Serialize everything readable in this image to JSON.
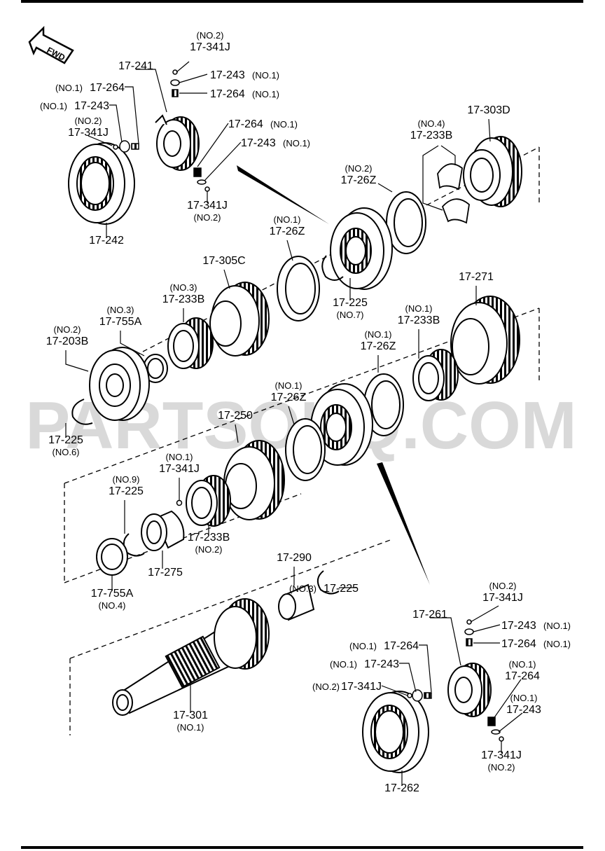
{
  "watermark": "PARTSOUQ.COM",
  "fwd_label": "FWD",
  "labels": [
    {
      "pn": "17-341J",
      "sub": "(NO.2)",
      "style": "top"
    },
    {
      "pn": "17-243",
      "sub": "(NO.1)",
      "style": "right"
    },
    {
      "pn": "17-264",
      "sub": "(NO.1)",
      "style": "right"
    },
    {
      "pn": "17-241",
      "sub": "",
      "style": "none"
    },
    {
      "pn": "17-264",
      "sub": "(NO.1)",
      "style": "left"
    },
    {
      "pn": "17-243",
      "sub": "(NO.1)",
      "style": "left"
    },
    {
      "pn": "17-341J",
      "sub": "(NO.2)",
      "style": "top"
    },
    {
      "pn": "17-264",
      "sub": "(NO.1)",
      "style": "right"
    },
    {
      "pn": "17-243",
      "sub": "(NO.1)",
      "style": "right"
    },
    {
      "pn": "17-341J",
      "sub": "(NO.2)",
      "style": "bottom"
    },
    {
      "pn": "17-242",
      "sub": "",
      "style": "none"
    },
    {
      "pn": "17-303D",
      "sub": "",
      "style": "none"
    },
    {
      "pn": "17-233B",
      "sub": "(NO.4)",
      "style": "top"
    },
    {
      "pn": "17-26Z",
      "sub": "(NO.2)",
      "style": "top"
    },
    {
      "pn": "17-26Z",
      "sub": "(NO.1)",
      "style": "top"
    },
    {
      "pn": "17-305C",
      "sub": "",
      "style": "none"
    },
    {
      "pn": "17-233B",
      "sub": "(NO.3)",
      "style": "top"
    },
    {
      "pn": "17-225",
      "sub": "(NO.7)",
      "style": "bottom"
    },
    {
      "pn": "17-755A",
      "sub": "(NO.3)",
      "style": "top"
    },
    {
      "pn": "17-203B",
      "sub": "(NO.2)",
      "style": "top"
    },
    {
      "pn": "17-271",
      "sub": "",
      "style": "none"
    },
    {
      "pn": "17-233B",
      "sub": "(NO.1)",
      "style": "top"
    },
    {
      "pn": "17-26Z",
      "sub": "(NO.1)",
      "style": "top"
    },
    {
      "pn": "17-225",
      "sub": "(NO.6)",
      "style": "bottom"
    },
    {
      "pn": "17-26Z",
      "sub": "(NO.1)",
      "style": "top"
    },
    {
      "pn": "17-250",
      "sub": "",
      "style": "none"
    },
    {
      "pn": "17-341J",
      "sub": "(NO.1)",
      "style": "top"
    },
    {
      "pn": "17-225",
      "sub": "(NO.9)",
      "style": "top"
    },
    {
      "pn": "17-233B",
      "sub": "(NO.2)",
      "style": "bottom"
    },
    {
      "pn": "17-275",
      "sub": "",
      "style": "none"
    },
    {
      "pn": "17-755A",
      "sub": "(NO.4)",
      "style": "bottom"
    },
    {
      "pn": "17-290",
      "sub": "",
      "style": "none"
    },
    {
      "pn": "17-225",
      "sub": "(NO.3)",
      "style": "left"
    },
    {
      "pn": "17-341J",
      "sub": "(NO.2)",
      "style": "top"
    },
    {
      "pn": "17-261",
      "sub": "",
      "style": "none"
    },
    {
      "pn": "17-243",
      "sub": "(NO.1)",
      "style": "right"
    },
    {
      "pn": "17-264",
      "sub": "(NO.1)",
      "style": "right"
    },
    {
      "pn": "17-264",
      "sub": "(NO.1)",
      "style": "left"
    },
    {
      "pn": "17-243",
      "sub": "(NO.1)",
      "style": "left"
    },
    {
      "pn": "17-341J",
      "sub": "(NO.2)",
      "style": "left"
    },
    {
      "pn": "17-264",
      "sub": "(NO.1)",
      "style": "top"
    },
    {
      "pn": "17-243",
      "sub": "(NO.1)",
      "style": "top"
    },
    {
      "pn": "17-341J",
      "sub": "(NO.2)",
      "style": "bottom"
    },
    {
      "pn": "17-301",
      "sub": "(NO.1)",
      "style": "bottom"
    },
    {
      "pn": "17-262",
      "sub": "",
      "style": "none"
    }
  ]
}
